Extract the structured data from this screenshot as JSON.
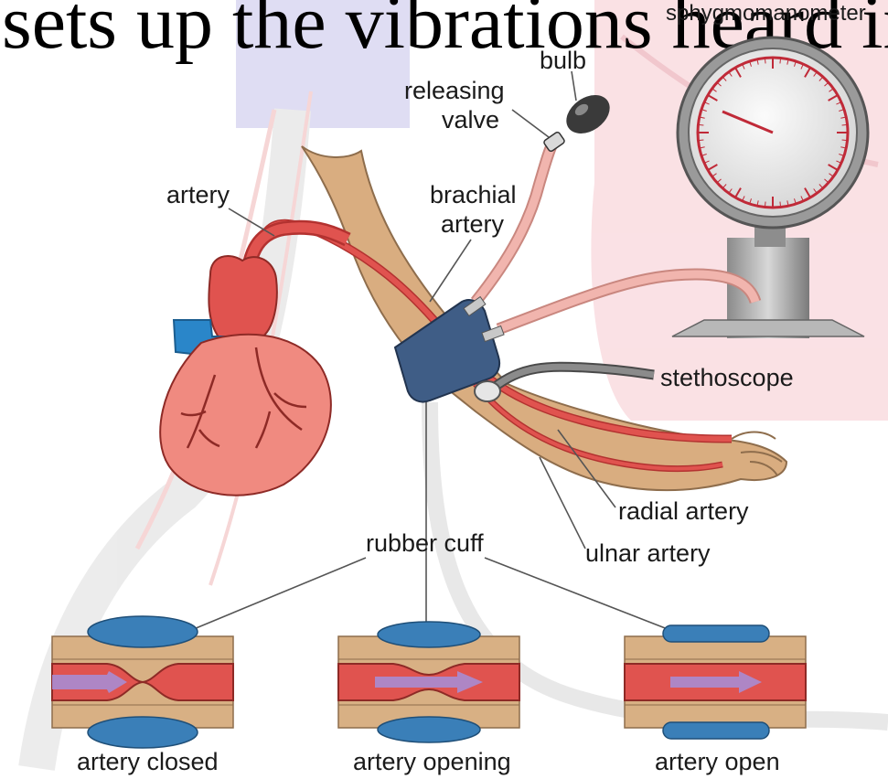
{
  "banner_text": "sets up the vibrations heard in",
  "labels": {
    "sphygmomanometer": "sphygmomanometer",
    "bulb": "bulb",
    "releasing_valve_line1": "releasing",
    "releasing_valve_line2": "valve",
    "artery": "artery",
    "brachial_line1": "brachial",
    "brachial_line2": "artery",
    "stethoscope": "stethoscope",
    "radial_artery": "radial artery",
    "ulnar_artery": "ulnar artery",
    "rubber_cuff": "rubber cuff"
  },
  "panels": [
    {
      "caption": "artery closed"
    },
    {
      "caption": "artery opening"
    },
    {
      "caption": "artery open"
    }
  ],
  "colors": {
    "cuff_blue": "#3f5d86",
    "artery_red": "#e0534f",
    "heart_pink": "#f08a80",
    "vein_blue": "#2a86c9",
    "skin_tan": "#d9ad80",
    "tissue_tan": "#d8b084",
    "rubber_pad_blue": "#3a7fb8",
    "arrow_lavender": "#a48fd9",
    "hose_pink": "#f1b5ae",
    "stethoscope_gray": "#7c7c7c"
  }
}
